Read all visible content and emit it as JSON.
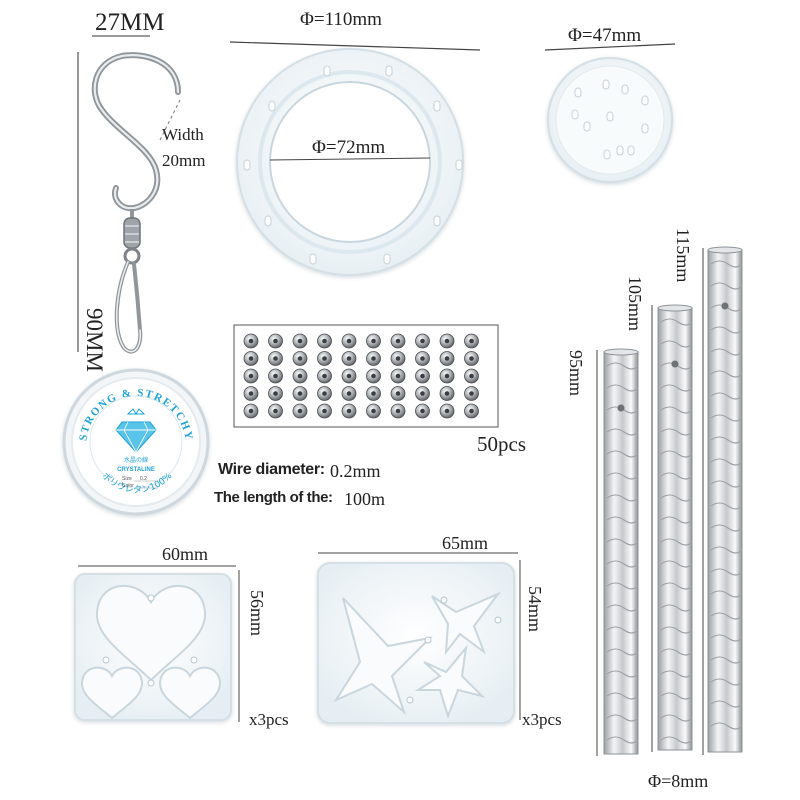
{
  "hook": {
    "width_top": "27MM",
    "width_label": "Width",
    "width_value": "20mm",
    "height": "90MM"
  },
  "ring_mold": {
    "outer_diameter": "Φ=110mm",
    "inner_diameter": "Φ=72mm"
  },
  "disc_mold": {
    "diameter": "Φ=47mm"
  },
  "beads": {
    "count": "50pcs"
  },
  "wire_spool": {
    "brand": "STRONG & STRETCHY",
    "product": "CRYSTALINE",
    "jp_title": "水晶の線",
    "size_label": "Size",
    "size_value": "0.2",
    "color_label": "Color",
    "jp_material": "ポリウレタン100%",
    "diameter_label": "Wire diameter:",
    "diameter_value": "0.2mm",
    "length_label": "The length of the:",
    "length_value": "100m"
  },
  "heart_mold": {
    "width": "60mm",
    "height": "56mm",
    "qty": "x3pcs"
  },
  "star_mold": {
    "width": "65mm",
    "height": "54mm",
    "qty": "x3pcs"
  },
  "tubes": {
    "len1": "95mm",
    "len2": "105mm",
    "len3": "115mm",
    "diameter": "Φ=8mm"
  },
  "colors": {
    "silicone": "#f1f6f9",
    "silicone_edge": "#d6e1e8",
    "metal": "#b9bcbf",
    "accent": "#1ea3d6"
  }
}
